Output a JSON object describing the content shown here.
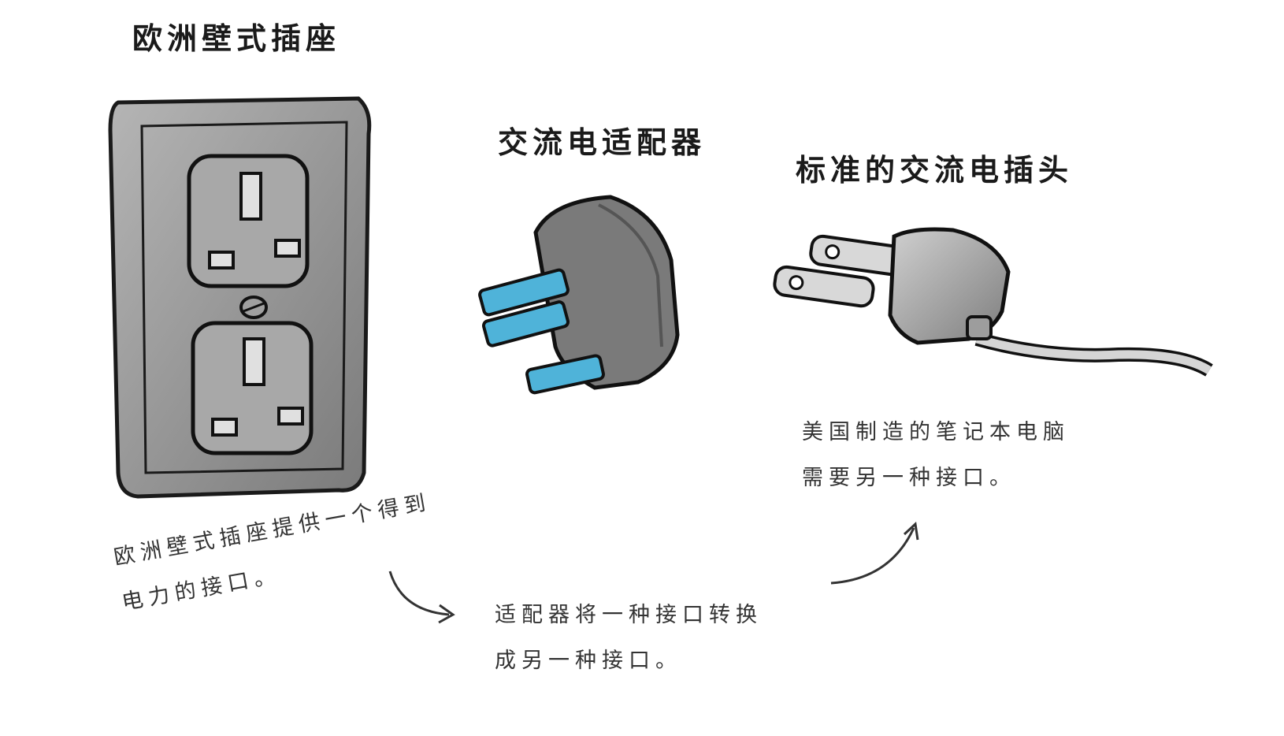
{
  "titles": {
    "outlet": "欧洲壁式插座",
    "adapter": "交流电适配器",
    "plug": "标准的交流电插头"
  },
  "notes": {
    "outlet": [
      "欧洲壁式插座提供一个得到",
      "电力的接口。"
    ],
    "adapter": [
      "适配器将一种接口转换",
      "成另一种接口。"
    ],
    "plug": [
      "美国制造的笔记本电脑",
      "需要另一种接口。"
    ]
  },
  "colors": {
    "ink": "#1a1a1a",
    "plastic": "#9a9a9a",
    "watermark": "#4fb3d9"
  }
}
